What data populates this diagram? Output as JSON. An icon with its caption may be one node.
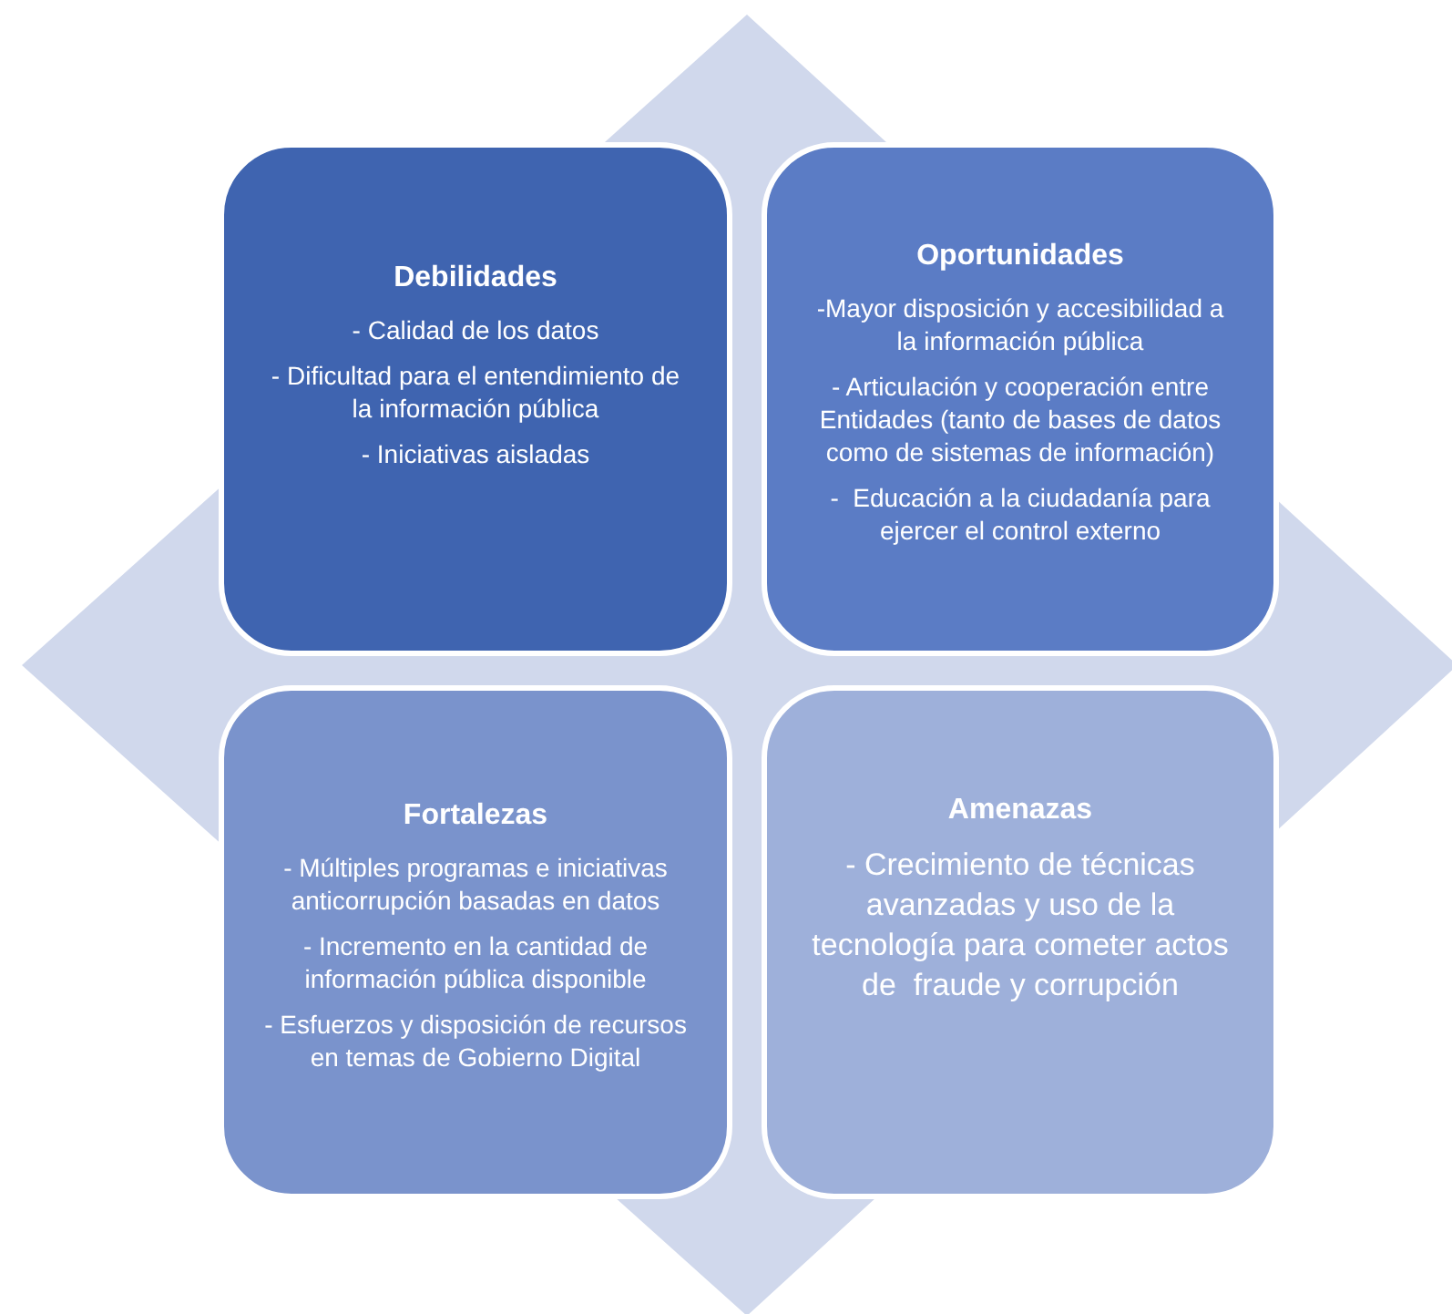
{
  "diagram": {
    "nodes": [
      {
        "text": [
          "Debilidades",
          "- Calidad de los datos",
          "- Dificultad para el entendimiento de la información pública",
          "- Iniciativas aisladas"
        ]
      },
      {
        "text": [
          "Oportunidades",
          "-Mayor disposición y accesibilidad a la información pública",
          "- Articulación y cooperación entre Entidades (tanto de bases de datos como de sistemas de información)",
          "-  Educación a la ciudadanía para ejercer el control externo"
        ]
      },
      {
        "text": [
          "Fortalezas",
          "- Múltiples programas e iniciativas anticorrupción basadas en datos",
          "- Incremento en la cantidad de información pública disponible",
          "- Esfuerzos y disposición de recursos en temas de Gobierno Digital"
        ]
      },
      {
        "text": [
          "Amenazas",
          "- Crecimiento de técnicas avanzadas y uso de la tecnología para cometer actos de  fraude y corrupción"
        ]
      }
    ]
  }
}
